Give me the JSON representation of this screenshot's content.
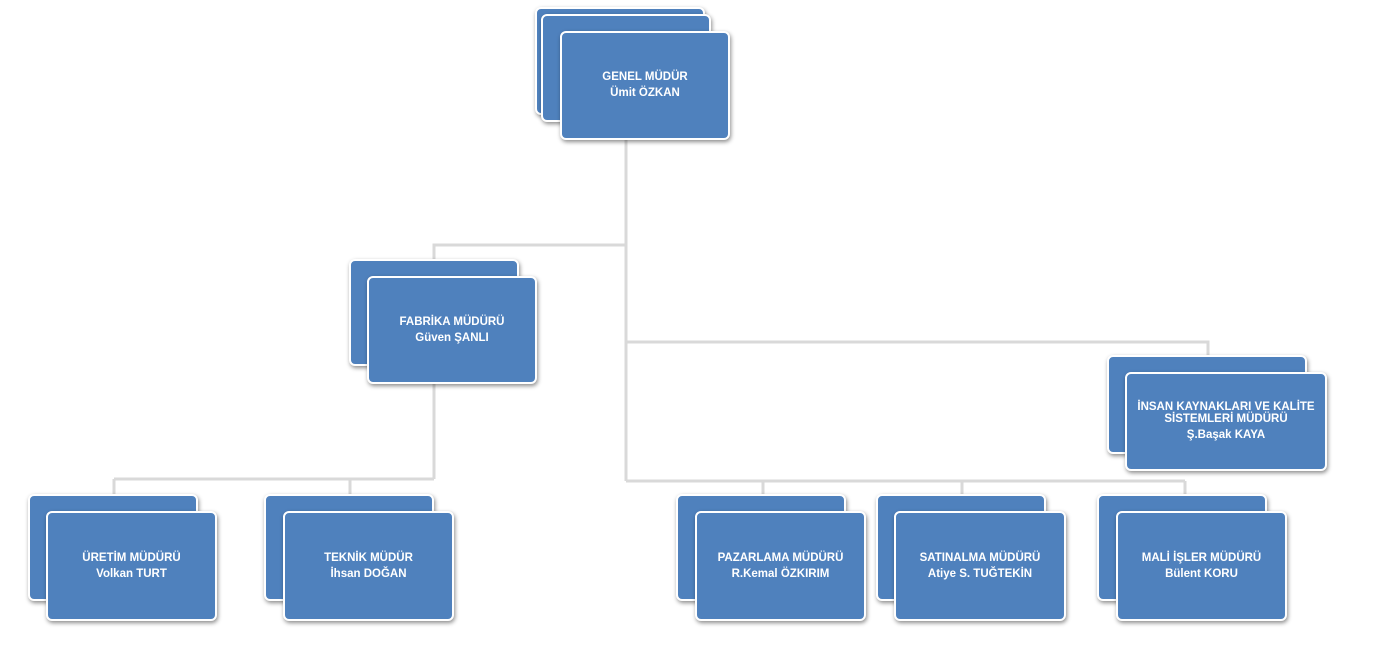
{
  "colors": {
    "node_fill": "#4f81bd",
    "node_border": "#ffffff",
    "connector": "#d9d9d9"
  },
  "root": {
    "role": "GENEL MÜDÜR",
    "name": "Ümit ÖZKAN"
  },
  "nodes": {
    "fabrika": {
      "role": "FABRİKA MÜDÜRÜ",
      "name": "Güven ŞANLI"
    },
    "insan": {
      "role": "İNSAN KAYNAKLARI VE KALİTE SİSTEMLERİ MÜDÜRÜ",
      "name": "Ş.Başak KAYA"
    },
    "uretim": {
      "role": "ÜRETİM MÜDÜRÜ",
      "name": "Volkan TURT"
    },
    "teknik": {
      "role": "TEKNİK MÜDÜR",
      "name": "İhsan DOĞAN"
    },
    "pazarlama": {
      "role": "PAZARLAMA MÜDÜRÜ",
      "name": "R.Kemal ÖZKIRIM"
    },
    "satinalma": {
      "role": "SATINALMA MÜDÜRÜ",
      "name": "Atiye S. TUĞTEKİN"
    },
    "mali": {
      "role": "MALİ İŞLER MÜDÜRÜ",
      "name": "Bülent KORU"
    }
  }
}
